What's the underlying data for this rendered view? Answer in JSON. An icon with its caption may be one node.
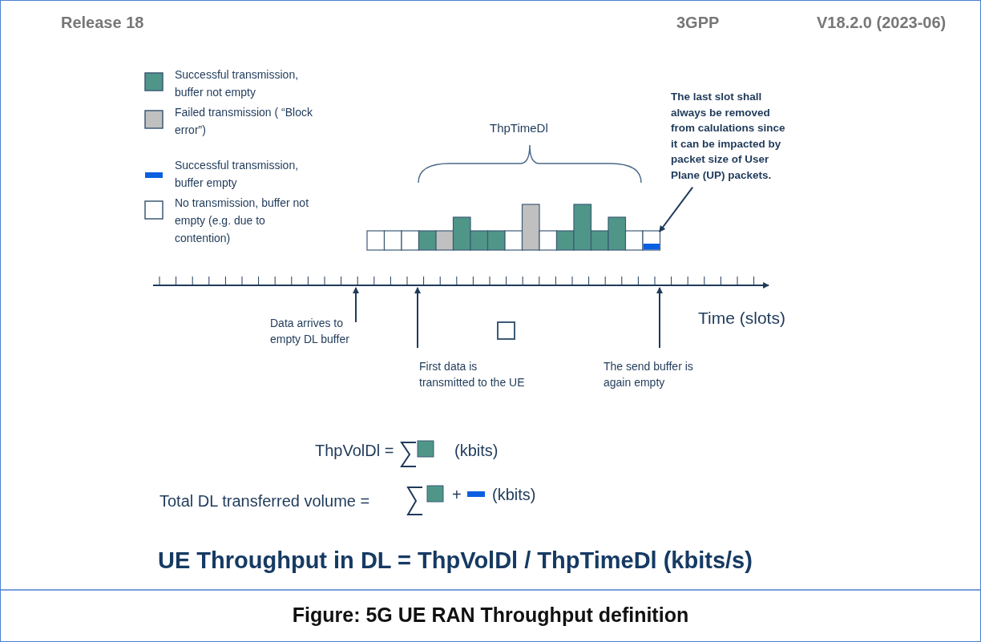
{
  "diagram": {
    "caption": "Figure: 5G UE RAN Throughput definition",
    "nodes": [
      {
        "text": [
          "The last slot shall always be removed from calulations since it can be impacted by packet size of User Plane (UP) packets."
        ]
      },
      {
        "text": [],
        "shape": "box"
      },
      {
        "text": [
          "Data arrives to empty DL buffer"
        ]
      },
      {
        "text": [
          "First data is transmitted to the UE"
        ]
      },
      {
        "text": [
          "The send buffer is again empty"
        ]
      },
      {
        "text": [],
        "shape": "line"
      }
    ],
    "edges": [
      {
        "from": 0,
        "to": 1,
        "arrow": "to"
      },
      {
        "from": 2,
        "to": 5,
        "arrow": "to"
      },
      {
        "from": 3,
        "to": 5,
        "arrow": "to"
      },
      {
        "from": 4,
        "to": 5,
        "arrow": "to"
      }
    ],
    "labels": [
      "Release 18",
      "3GPP",
      "V18.2.0 (2023-06)",
      "ThpTimeDl",
      "Time (slots)",
      "ThpVolDl =",
      "(kbits)",
      "Total DL transferred volume =",
      "+",
      "(kbits)",
      "UE Throughput in DL = ThpVolDl / ThpTimeDl (kbits/s)"
    ],
    "legend": [
      {
        "text": "Successful transmission, buffer not empty",
        "color": "#4f9688"
      },
      {
        "text": "Failed transmission ( “Block error”)",
        "color": "#c0c0c0"
      },
      {
        "text": "Successful transmission, buffer empty",
        "color": "#0a5fe0"
      },
      {
        "text": "No transmission, buffer not empty (e.g. due to contention)",
        "color": "#ffffff"
      }
    ]
  }
}
